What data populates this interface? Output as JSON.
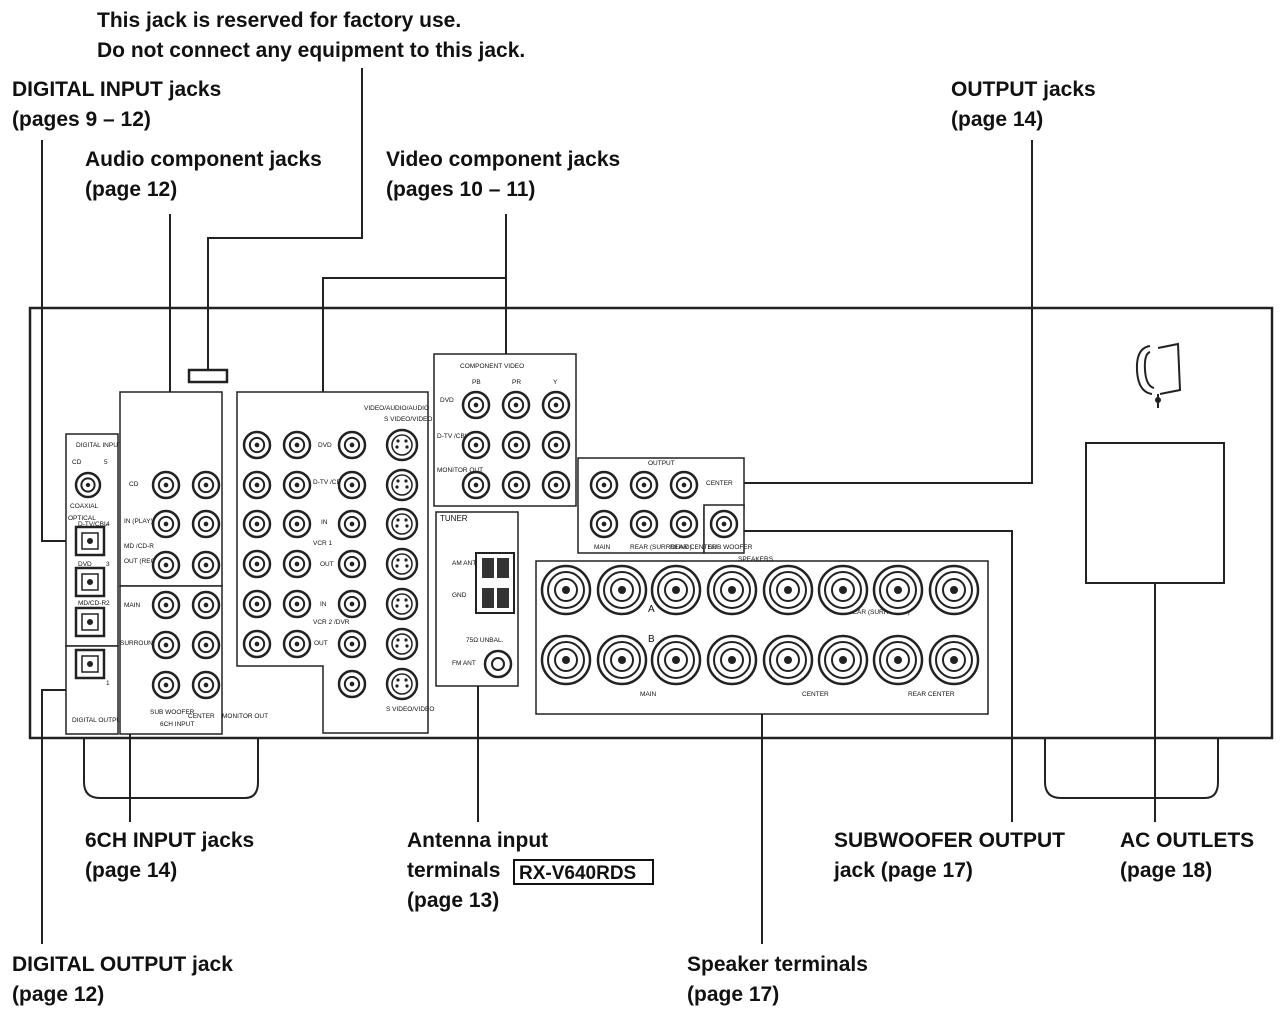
{
  "callouts": {
    "factory_line1": "This jack is reserved for factory use.",
    "factory_line2": "Do not connect any equipment to this jack.",
    "digital_input": "DIGITAL INPUT jacks",
    "digital_input_page": "(pages 9 – 12)",
    "audio_component": "Audio component jacks",
    "audio_component_page": "(page 12)",
    "video_component": "Video component jacks",
    "video_component_page": "(pages 10 – 11)",
    "output": "OUTPUT jacks",
    "output_page": "(page 14)",
    "six_ch_input": "6CH INPUT jacks",
    "six_ch_input_page": "(page 14)",
    "antenna_line1": "Antenna input",
    "antenna_line2": "terminals",
    "antenna_model": "RX-V640RDS",
    "antenna_page": "(page 13)",
    "subwoofer_line1": "SUBWOOFER OUTPUT",
    "subwoofer_line2": "jack (page 17)",
    "ac_outlets": "AC OUTLETS",
    "ac_outlets_page": "(page 18)",
    "digital_output": "DIGITAL OUTPUT jack",
    "digital_output_page": "(page 12)",
    "speaker_terminals": "Speaker terminals",
    "speaker_terminals_page": "(page 17)"
  },
  "panel": {
    "digital_input": "DIGITAL INPUT",
    "cd": "CD",
    "coaxial": "COAXIAL",
    "optical": "OPTICAL",
    "dtv": "D-TV/CBL",
    "dvd": "DVD",
    "md_cdr": "MD/CD-R",
    "digital_output": "DIGITAL OUTPUT",
    "audio_cd": "CD",
    "audio_in_play": "IN (PLAY)",
    "audio_md": "MD /CD-R",
    "audio_out_rec": "OUT (REC)",
    "main": "MAIN",
    "surround": "SURROUND",
    "sub_woofer": "SUB WOOFER",
    "center": "CENTER",
    "monitor_out": "MONITOR OUT",
    "six_ch_input": "6CH INPUT",
    "video_audio_header": "VIDEO/AUDIO/AUDIO",
    "s_video_header": "S VIDEO/VIDEO",
    "v_dvd": "DVD",
    "v_dtv": "D-TV /CBL",
    "v_in": "IN",
    "v_vcr1": "VCR 1",
    "v_out": "OUT",
    "v_in2": "IN",
    "v_vcr2": "VCR 2 /DVR",
    "v_out2": "OUT",
    "s_video_video": "S VIDEO/VIDEO",
    "component_video": "COMPONENT VIDEO",
    "pb": "PB",
    "pr": "PR",
    "y": "Y",
    "cv_dvd": "DVD",
    "cv_dtv": "D-TV /CBL",
    "cv_monitor_out": "MONITOR OUT",
    "tuner": "TUNER",
    "am_ant": "AM ANT",
    "gnd": "GND",
    "unbal": "75Ω UNBAL.",
    "fm_ant": "FM ANT",
    "output": "OUTPUT",
    "out_center": "CENTER",
    "out_main": "MAIN",
    "out_rear_surround": "REAR (SURROUND)",
    "out_rear_center": "REAR CENTER",
    "out_sub_woofer": "SUB WOOFER",
    "speakers": "SPEAKERS",
    "sp_a": "A",
    "sp_b": "B",
    "sp_rear_surround": "REAR (SURROUND)",
    "sp_main": "MAIN",
    "sp_center": "CENTER",
    "sp_rear_center": "REAR CENTER"
  }
}
